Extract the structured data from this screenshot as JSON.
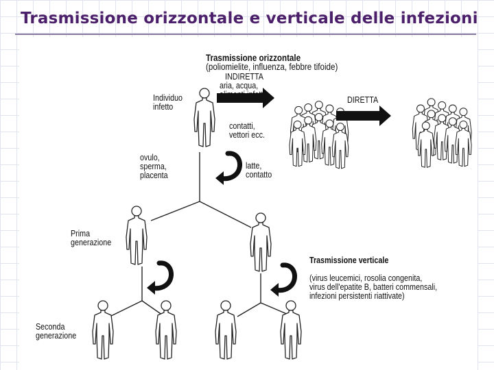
{
  "title": "Trasmissione orizzontale e verticale delle infezioni",
  "horizontal": {
    "heading": "Trasmissione orizzontale",
    "examples": "(poliomielite, influenza, febbre tifoide)",
    "infected_individual": "Individuo\ninfetto",
    "indirect_title": "INDIRETTA",
    "indirect_detail": "aria, acqua,\nalimenti infetti",
    "contacts_vectors": "contatti,\nvettori ecc.",
    "direct": "DIRETTA"
  },
  "vertical": {
    "ovule": "ovulo,\nsperma,\nplacenta",
    "milk": "latte,\ncontatto",
    "first_generation": "Prima\ngenerazione",
    "second_generation": "Seconda\ngenerazione",
    "heading": "Trasmissione verticale",
    "examples": "(virus leucemici, rosolia congenita,\nvirus dell'epatite B, batteri commensali,\ninfezioni persistenti riattivate)"
  }
}
